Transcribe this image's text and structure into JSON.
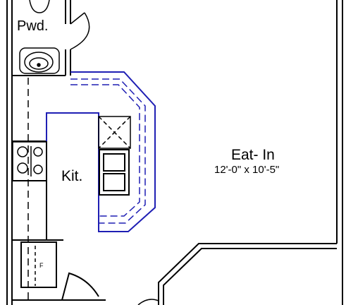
{
  "rooms": {
    "powder": {
      "label": "Pwd."
    },
    "kitchen": {
      "label": "Kit."
    },
    "eat_in": {
      "label": "Eat- In",
      "dimensions": "12'-0\" x 10'-5\""
    }
  },
  "fridge_mark": "F",
  "colors": {
    "wall": "#000000",
    "counter_highlight": "#1f1fb4",
    "background": "#ffffff"
  }
}
